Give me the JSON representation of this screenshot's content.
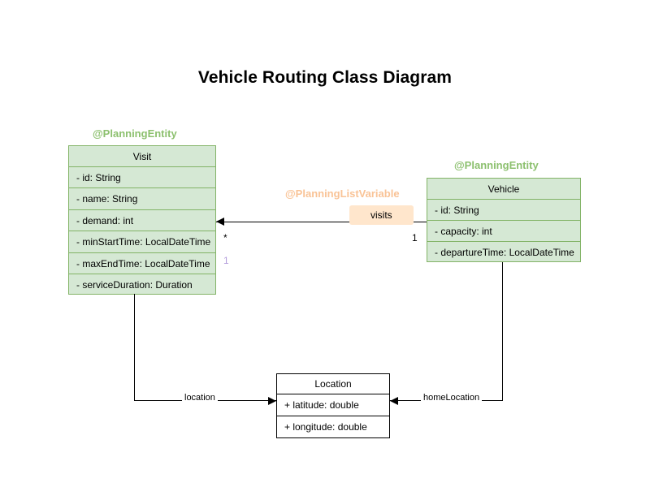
{
  "page": {
    "title": "Vehicle Routing Class Diagram"
  },
  "annotations": {
    "visit_stereotype": "@PlanningEntity",
    "vehicle_stereotype": "@PlanningEntity",
    "list_variable": "@PlanningListVariable"
  },
  "classes": {
    "visit": {
      "name": "Visit",
      "attributes": [
        "- id: String",
        "- name: String",
        "- demand: int",
        "- minStartTime: LocalDateTime",
        "- maxEndTime: LocalDateTime",
        "- serviceDuration: Duration"
      ]
    },
    "vehicle": {
      "name": "Vehicle",
      "attributes": [
        "- id: String",
        "- capacity: int",
        "- departureTime: LocalDateTime"
      ]
    },
    "location": {
      "name": "Location",
      "attributes": [
        "+ latitude: double",
        "+ longitude: double"
      ]
    }
  },
  "relations": {
    "visits": {
      "label": "visits",
      "source_multiplicity": "1",
      "target_multiplicity": "*",
      "target_multiplicity_secondary": "1"
    },
    "location": {
      "label": "location"
    },
    "home_location": {
      "label": "homeLocation"
    }
  },
  "colors": {
    "entity_fill": "#d5e8d4",
    "entity_border": "#82b366",
    "annotation_green": "#8cc06e",
    "annotation_orange": "#f9c396",
    "label_fill": "#ffe6cc",
    "multiplicity_purple": "#b39ddb"
  }
}
